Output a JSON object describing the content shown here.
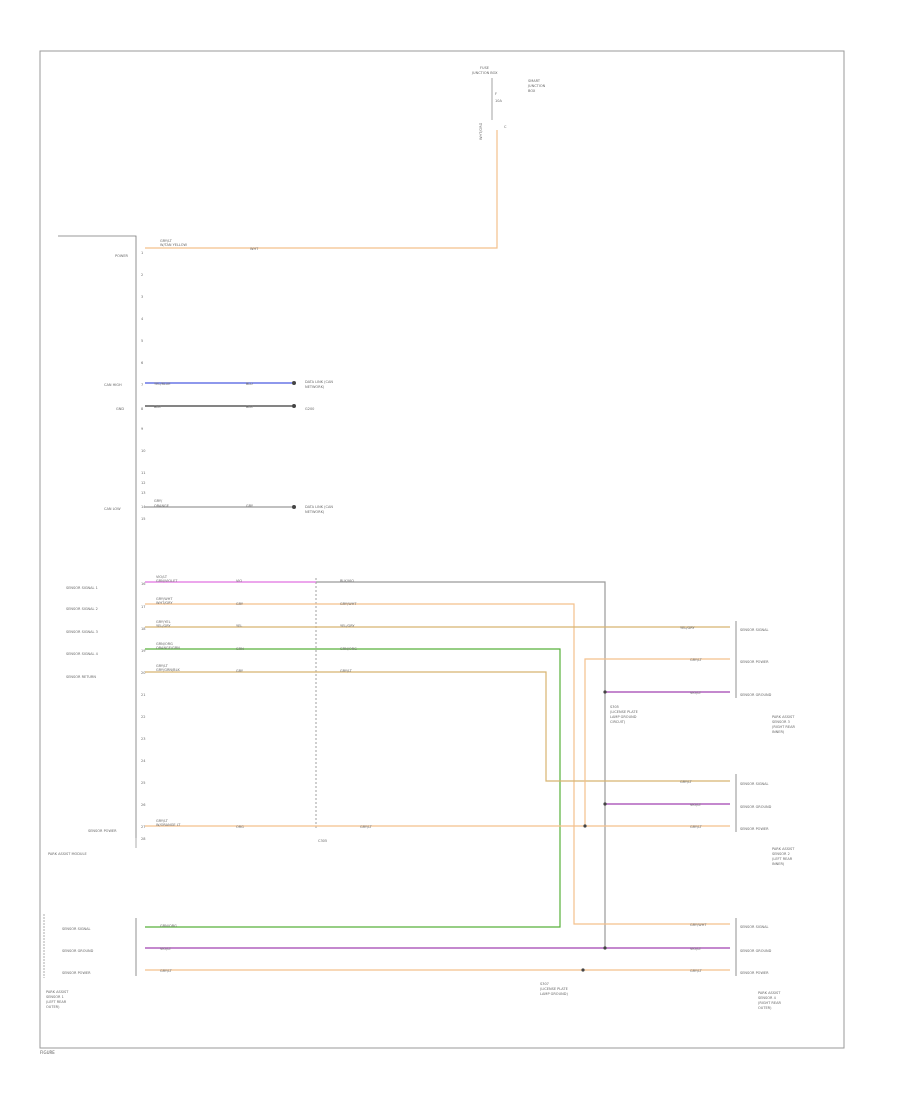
{
  "colors": {
    "orange": "#f4c08c",
    "blue": "#4a5ae0",
    "black": "#3a3a3a",
    "gray": "#9a9a9a",
    "pink": "#e070e0",
    "tan": "#d8b470",
    "green": "#58b03a",
    "purple": "#a040b0",
    "frame": "#9a9a9a"
  },
  "labels": {
    "module_name": "PARK ASSIST MODULE",
    "footer_id": "FIGURE",
    "sensors": [
      "PARK ASSIST SENSOR 1 (LEFT REAR OUTER)",
      "PARK ASSIST SENSOR 2 (LEFT REAR INNER)",
      "PARK ASSIST SENSOR 3 (RIGHT REAR INNER)",
      "PARK ASSIST SENSOR 4 (RIGHT REAR OUTER)"
    ],
    "splice_upper": "S305 (LICENSE PLATE)",
    "splice_lower": "S307 (LICENSE PLATE)"
  }
}
